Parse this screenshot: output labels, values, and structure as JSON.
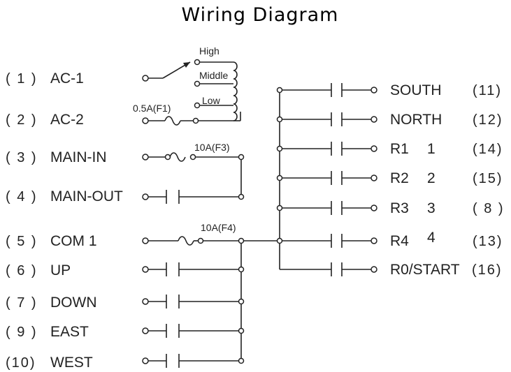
{
  "title": "Wiring Diagram",
  "left_terminals": [
    {
      "num": "( 1 )",
      "label": "AC-1"
    },
    {
      "num": "( 2 )",
      "label": "AC-2"
    },
    {
      "num": "( 3 )",
      "label": "MAIN-IN"
    },
    {
      "num": "( 4 )",
      "label": "MAIN-OUT"
    },
    {
      "num": "( 5 )",
      "label": "COM 1"
    },
    {
      "num": "( 6 )",
      "label": "UP"
    },
    {
      "num": "( 7 )",
      "label": "DOWN"
    },
    {
      "num": "( 9 )",
      "label": "EAST"
    },
    {
      "num": "(10)",
      "label": "WEST"
    }
  ],
  "right_terminals": [
    {
      "label": "SOUTH",
      "digit": "",
      "num": "(11)"
    },
    {
      "label": "NORTH",
      "digit": "",
      "num": "(12)"
    },
    {
      "label": "R1",
      "digit": "1",
      "num": "(14)"
    },
    {
      "label": "R2",
      "digit": "2",
      "num": "(15)"
    },
    {
      "label": "R3",
      "digit": "3",
      "num": "( 8 )"
    },
    {
      "label": "R4",
      "digit": "4",
      "num": "(13)"
    },
    {
      "label": "R0/START",
      "digit": "",
      "num": "(16)"
    }
  ],
  "voltage_selector": {
    "high": "High",
    "middle": "Middle",
    "low": "Low"
  },
  "fuses": {
    "f1": "0.5A(F1)",
    "f3": "10A(F3)",
    "f4": "10A(F4)"
  }
}
